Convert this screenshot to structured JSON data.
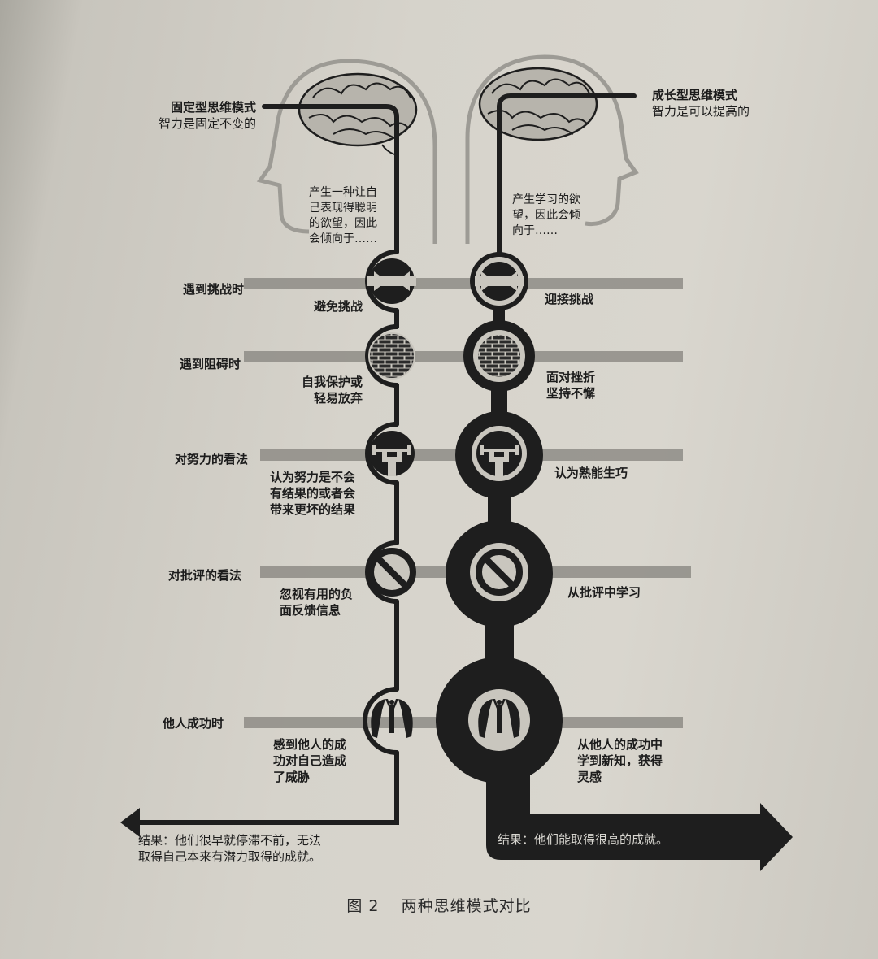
{
  "fixed": {
    "title": "固定型思维模式",
    "subtitle": "智力是固定不变的",
    "desire": [
      "产生一种让自",
      "己表现得聪明",
      "的欲望，因此",
      "会倾向于……"
    ],
    "responses": [
      [
        "避免挑战"
      ],
      [
        "自我保护或",
        "轻易放弃"
      ],
      [
        "认为努力是不会",
        "有结果的或者会",
        "带来更坏的结果"
      ],
      [
        "忽视有用的负",
        "面反馈信息"
      ],
      [
        "感到他人的成",
        "功对自己造成",
        "了威胁"
      ]
    ],
    "result": [
      "结果：他们很早就停滞不前，无法",
      "取得自己本来有潜力取得的成就。"
    ]
  },
  "growth": {
    "title": "成长型思维模式",
    "subtitle": "智力是可以提高的",
    "desire": [
      "产生学习的欲",
      "望，因此会倾",
      "向于……"
    ],
    "responses": [
      [
        "迎接挑战"
      ],
      [
        "面对挫折",
        "坚持不懈"
      ],
      [
        "认为熟能生巧"
      ],
      [
        "从批评中学习"
      ],
      [
        "从他人的成功中",
        "学到新知，获得",
        "灵感"
      ]
    ],
    "result": "结果：他们能取得很高的成就。"
  },
  "situations": [
    "遇到挑战时",
    "遇到阻碍时",
    "对努力的看法",
    "对批评的看法",
    "他人成功时"
  ],
  "icons": [
    "challenge-arrows-icon",
    "brick-wall-icon",
    "weightlifter-icon",
    "prohibition-icon",
    "success-figure-icon"
  ],
  "caption": {
    "figure": "图 2",
    "title": "两种思维模式对比"
  },
  "colors": {
    "ink": "#1e1e1e",
    "band": "#8e8c86",
    "head_outline": "#9d9b95",
    "paper": "#d6d3cb"
  }
}
